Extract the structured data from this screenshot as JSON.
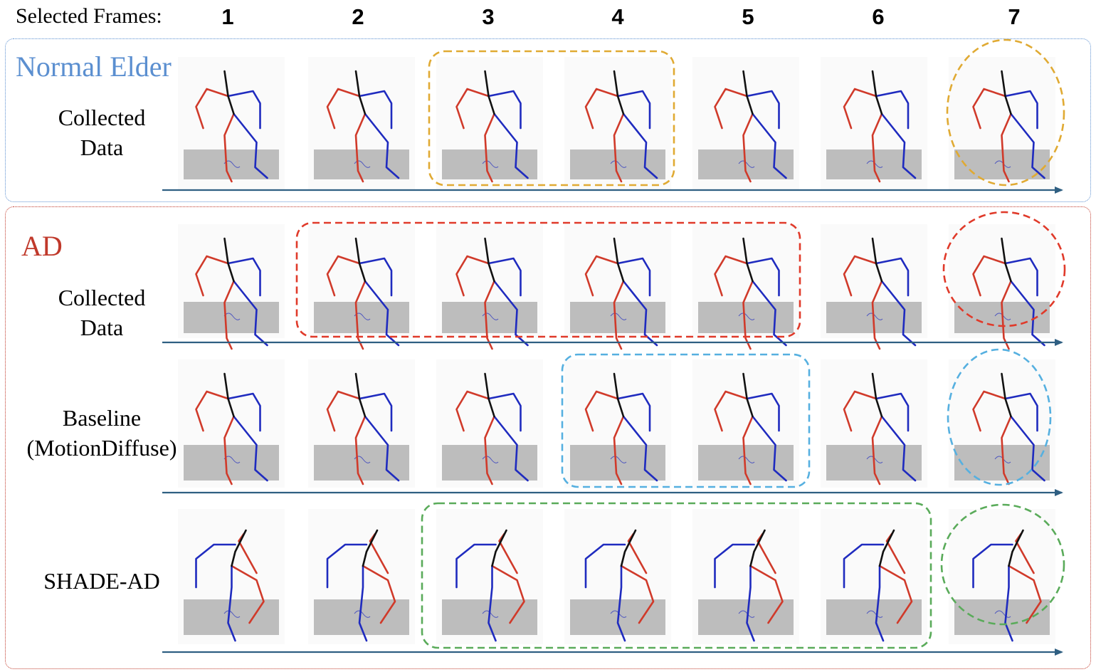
{
  "header": {
    "label": "Selected Frames:",
    "frames": [
      "1",
      "2",
      "3",
      "4",
      "5",
      "6",
      "7"
    ]
  },
  "groups": {
    "normal": {
      "title": "Normal Elder"
    },
    "ad": {
      "title": "AD"
    }
  },
  "rows": [
    {
      "id": "normal-collected",
      "label_lines": [
        "Collected",
        "Data"
      ],
      "pose": "upright",
      "highlight": "frames 3-4, circle 7"
    },
    {
      "id": "ad-collected",
      "label_lines": [
        "Collected",
        "Data"
      ],
      "pose": "upright",
      "highlight": "frames 2-5, circle 7"
    },
    {
      "id": "ad-baseline",
      "label_lines": [
        "Baseline",
        "(MotionDiffuse)"
      ],
      "pose": "upright",
      "highlight": "frames 4-5, circle 7"
    },
    {
      "id": "ad-shade",
      "label_lines": [
        "SHADE-AD"
      ],
      "pose": "crouch",
      "highlight": "frames 3-6, circle 7"
    }
  ],
  "colors": {
    "left_limbs": "#d03a2a",
    "right_limbs": "#1f2bbf",
    "spine": "#111111",
    "floor": "#bdbdbd",
    "arrow": "#2f5f82",
    "normal_border": "#5b8fd0",
    "ad_border": "#c0392b",
    "hl_yellow": "#e0aa33",
    "hl_red": "#e03a2a",
    "hl_blue": "#56b0e0",
    "hl_green": "#5aab5a"
  }
}
